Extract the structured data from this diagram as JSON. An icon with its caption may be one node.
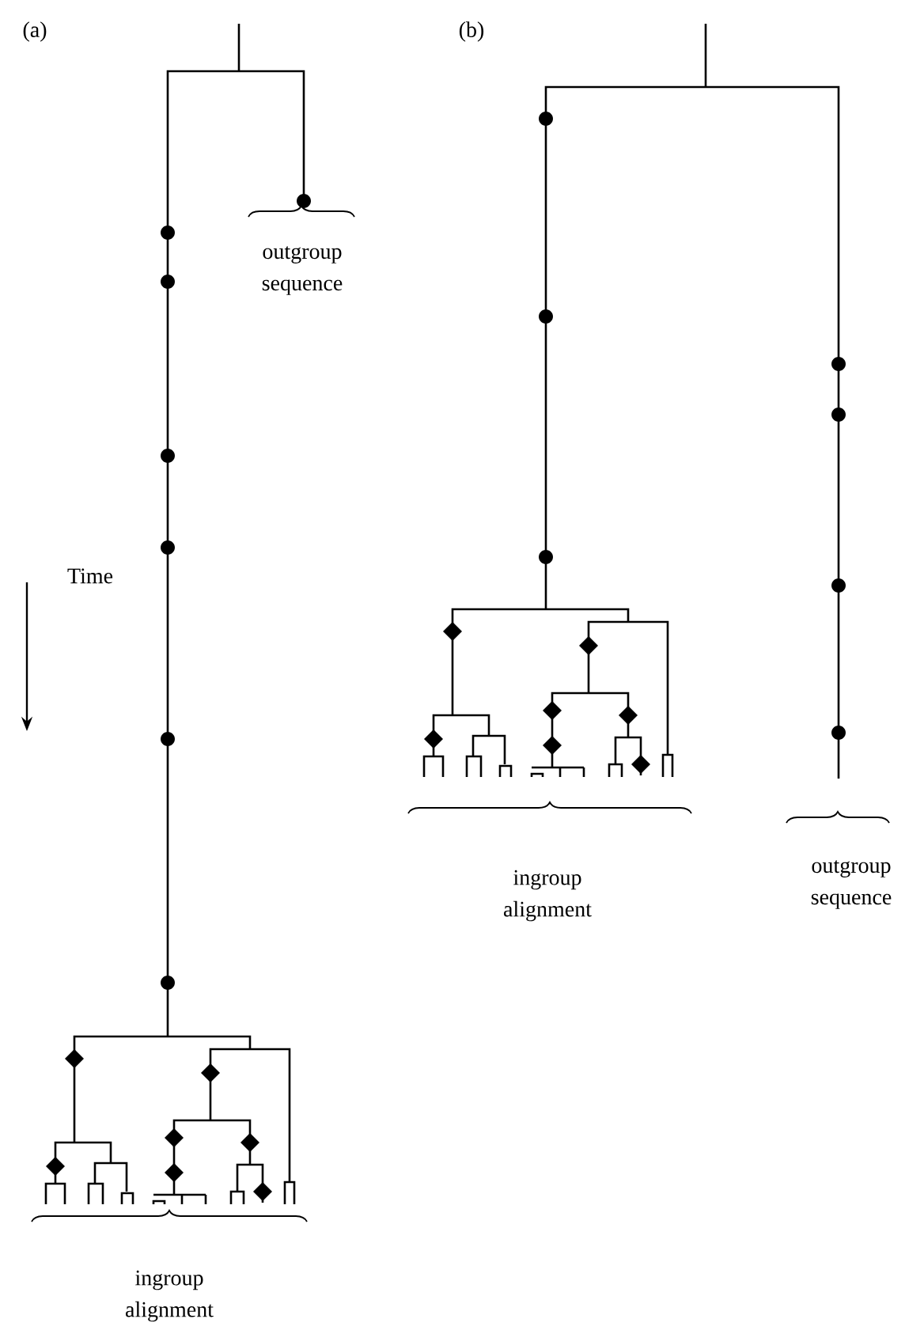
{
  "diagram": {
    "labels": [
      "(a)",
      "(b)",
      "outgroup sequence",
      "Time",
      "ingroup alignment",
      "ingroup alignment",
      "outgroup sequence"
    ]
  }
}
